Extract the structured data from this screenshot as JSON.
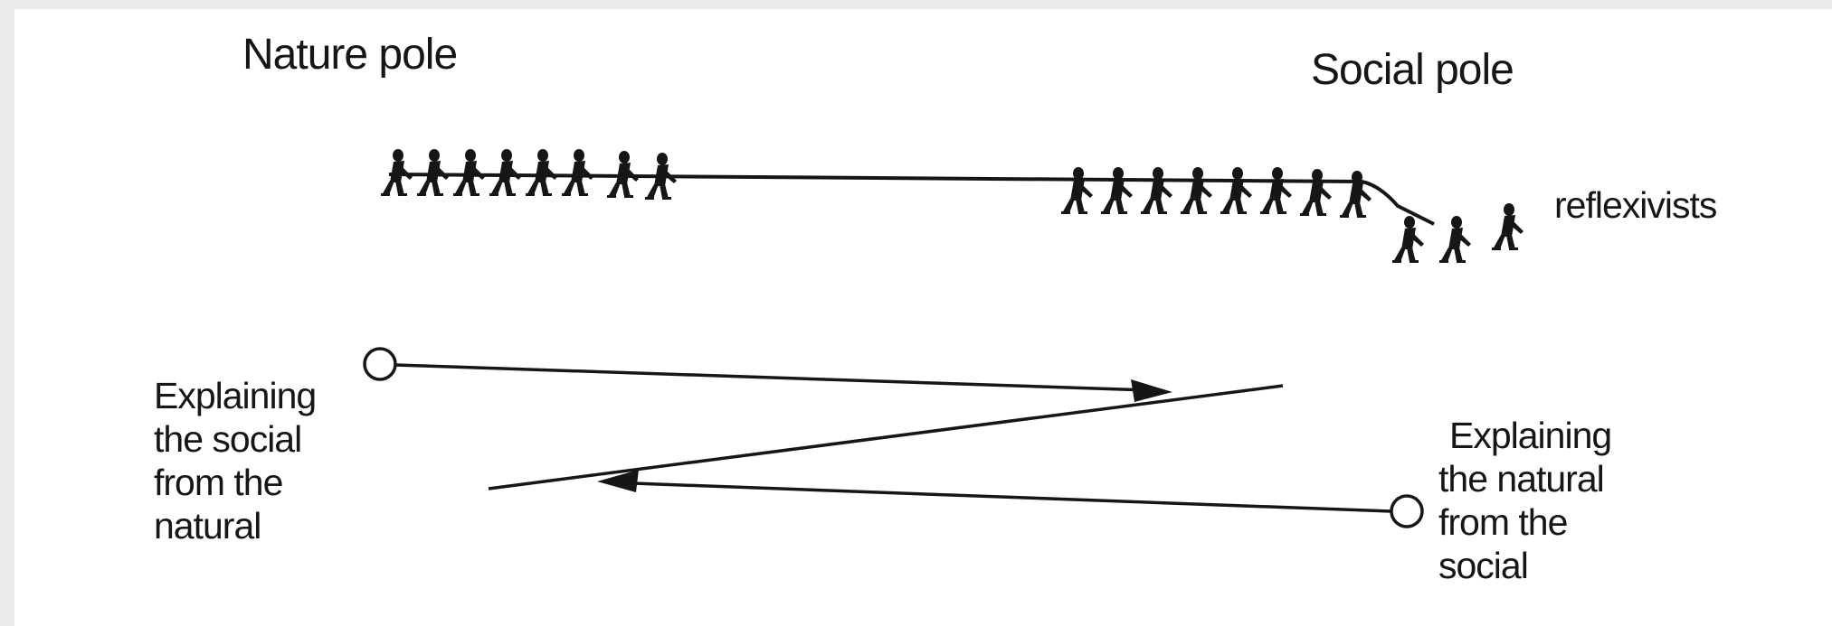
{
  "labels": {
    "nature_pole": "Nature pole",
    "social_pole": "Social pole",
    "reflexivists": "reflexivists",
    "explaining_social": [
      "Explaining",
      "the social",
      "from the",
      "natural"
    ],
    "explaining_natural": [
      "Explaining",
      "the natural",
      "from the",
      "social"
    ]
  },
  "groups": {
    "nature_pole_figures": 8,
    "social_pole_figures": 8,
    "reflexivist_figures": 3
  },
  "colors": {
    "ink": "#161616",
    "background": "#ffffff",
    "frame": "#ecebe9"
  }
}
